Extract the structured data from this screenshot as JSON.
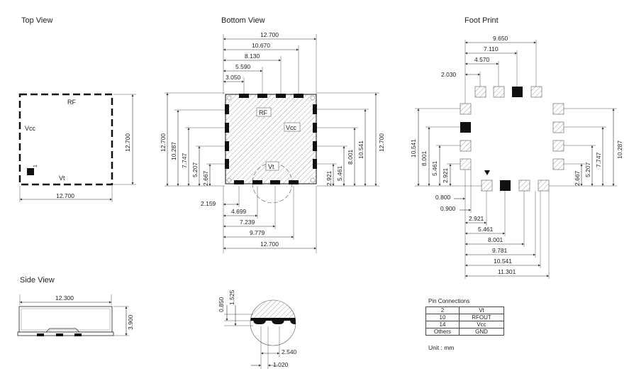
{
  "headings": {
    "top_view": "Top View",
    "bottom_view": "Bottom View",
    "foot_print": "Foot Print",
    "side_view": "Side View"
  },
  "top_view": {
    "label_rf": "RF",
    "label_vcc": "Vcc",
    "label_vt": "Vt",
    "pin1": "1",
    "dim_w": "12.700",
    "dim_h": "12.700"
  },
  "bottom_view": {
    "label_rf": "RF",
    "label_vcc": "Vcc",
    "label_vt": "Vt",
    "top_dims": [
      "12.700",
      "10.670",
      "8.130",
      "5.590",
      "3.050"
    ],
    "left_dims": [
      "12.700",
      "10.287",
      "7.747",
      "5.207",
      "2.667"
    ],
    "right_dims": [
      "12.700",
      "10.541",
      "8.001",
      "5.461",
      "2.921"
    ],
    "bottom_dims": [
      "2.159",
      "4.699",
      "7.239",
      "9.779",
      "12.700"
    ]
  },
  "foot_print": {
    "top_dims": [
      "9.650",
      "7.110",
      "4.570",
      "2.030"
    ],
    "left_dims": [
      "10.541",
      "8.001",
      "5.461",
      "2.921"
    ],
    "right_dims": [
      "10.287",
      "7.747",
      "5.207",
      "2.667"
    ],
    "bottom_dims": [
      "0.800",
      "0.900",
      "2.921",
      "5.461",
      "8.001",
      "9.781",
      "10.541",
      "11.301"
    ]
  },
  "side_view": {
    "dim_w": "12.300",
    "dim_h": "3.900"
  },
  "detail": {
    "dim_a": "0.850",
    "dim_b": "1.525",
    "dim_c": "2.540",
    "dim_d": "1.020"
  },
  "pin_connections": {
    "title": "Pin Connections",
    "rows": [
      [
        "2",
        "Vt"
      ],
      [
        "10",
        "RFOUT"
      ],
      [
        "14",
        "Vcc"
      ],
      [
        "Others",
        "GND"
      ]
    ]
  },
  "unit_note": "Unit : mm"
}
